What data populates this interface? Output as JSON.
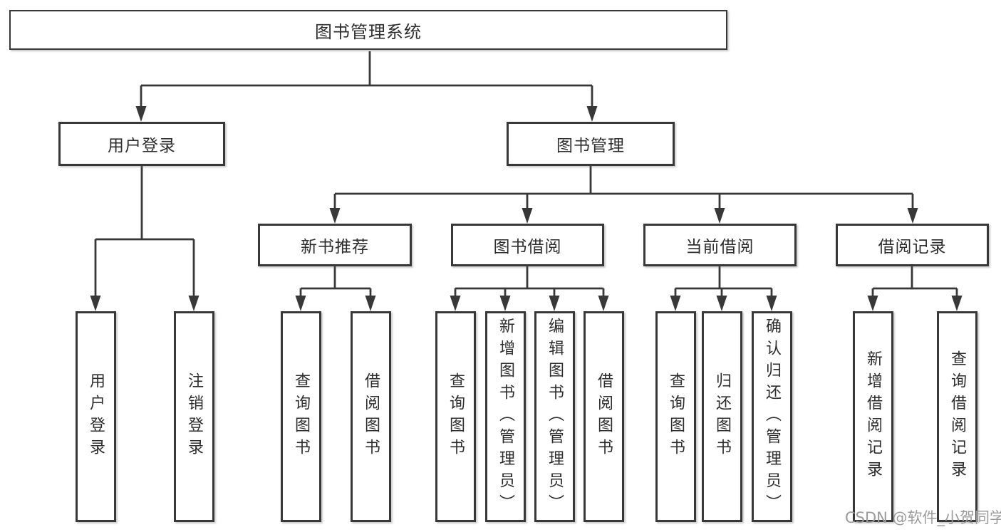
{
  "diagram_title": "图书管理系统",
  "colors": {
    "line": "#383838",
    "box_border": "#383838",
    "box_fill": "#ffffff",
    "text": "#2d2d2d",
    "watermark_text": "#9b9b9b",
    "background": "#ffffff"
  },
  "tree": {
    "root": {
      "label": "图书管理系统"
    },
    "branches": [
      {
        "label": "用户登录",
        "children": [
          {
            "label": "用户登录"
          },
          {
            "label": "注销登录"
          }
        ]
      },
      {
        "label": "图书管理",
        "children": [
          {
            "label": "新书推荐",
            "children": [
              {
                "label": "查询图书"
              },
              {
                "label": "借阅图书"
              }
            ]
          },
          {
            "label": "图书借阅",
            "children": [
              {
                "label": "查询图书"
              },
              {
                "label": "新增图书（管理员）"
              },
              {
                "label": "编辑图书（管理员）"
              },
              {
                "label": "借阅图书"
              }
            ]
          },
          {
            "label": "当前借阅",
            "children": [
              {
                "label": "查询图书"
              },
              {
                "label": "归还图书"
              },
              {
                "label": "确认归还（管理员）"
              }
            ]
          },
          {
            "label": "借阅记录",
            "children": [
              {
                "label": "新增借阅记录"
              },
              {
                "label": "查询借阅记录"
              }
            ]
          }
        ]
      }
    ]
  },
  "watermark": "CSDN @软件_小贺同学"
}
